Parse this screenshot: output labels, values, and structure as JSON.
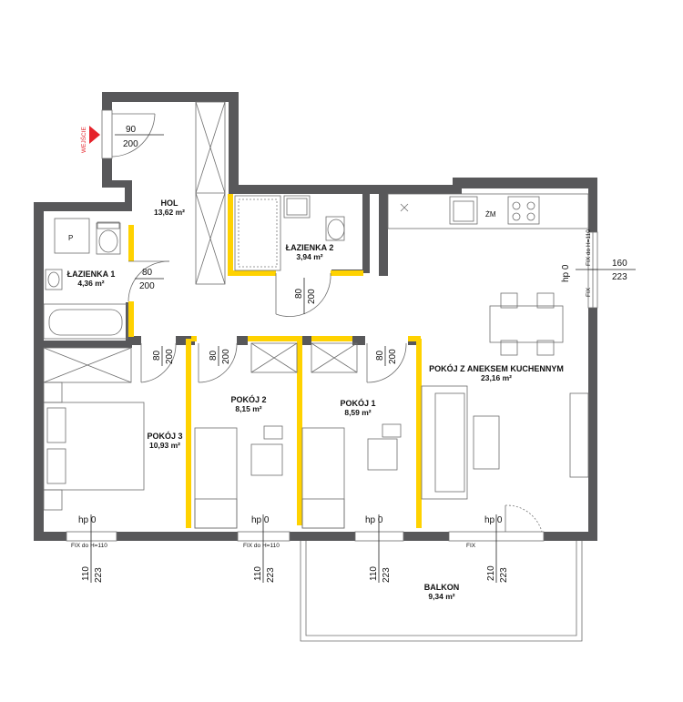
{
  "entrance": {
    "label": "WEJŚCIE",
    "width": "90",
    "height": "200",
    "color": "#e5232b"
  },
  "rooms": [
    {
      "name": "HOL",
      "area": "13,62 m²"
    },
    {
      "name": "ŁAZIENKA 1",
      "area": "4,36 m²"
    },
    {
      "name": "ŁAZIENKA 2",
      "area": "3,94 m²"
    },
    {
      "name": "POKÓJ Z ANEKSEM KUCHENNYM",
      "area": "23,16 m²"
    },
    {
      "name": "POKÓJ 1",
      "area": "8,59 m²"
    },
    {
      "name": "POKÓJ 2",
      "area": "8,15 m²"
    },
    {
      "name": "POKÓJ 3",
      "area": "10,93 m²"
    },
    {
      "name": "BALKON",
      "area": "9,34 m²"
    }
  ],
  "doors": {
    "bath1": {
      "w": "80",
      "h": "200"
    },
    "bath2": {
      "w": "80",
      "h": "200"
    },
    "room3": {
      "w": "80",
      "h": "200"
    },
    "room2": {
      "w": "80",
      "h": "200"
    },
    "room1": {
      "w": "80",
      "h": "200"
    }
  },
  "windows": {
    "east": {
      "w": "160",
      "h": "223",
      "hp": "hp 0",
      "fix1": "FIX do H=110",
      "fix2": "FIX"
    },
    "south": [
      {
        "w": "110",
        "h": "223",
        "hp": "hp 0",
        "fix": "FIX do H=110"
      },
      {
        "w": "110",
        "h": "223",
        "hp": "hp 0",
        "fix": "FIX do H=110"
      },
      {
        "w": "110",
        "h": "223",
        "hp": "hp 0",
        "fix": ""
      },
      {
        "w": "210",
        "h": "223",
        "hp": "hp 0",
        "fix": "FIX"
      }
    ]
  },
  "fixtures": {
    "wm_label": "P",
    "fridge_label": "ŻM"
  },
  "colors": {
    "wall": "#58585a",
    "new_wall": "#ffd200"
  }
}
